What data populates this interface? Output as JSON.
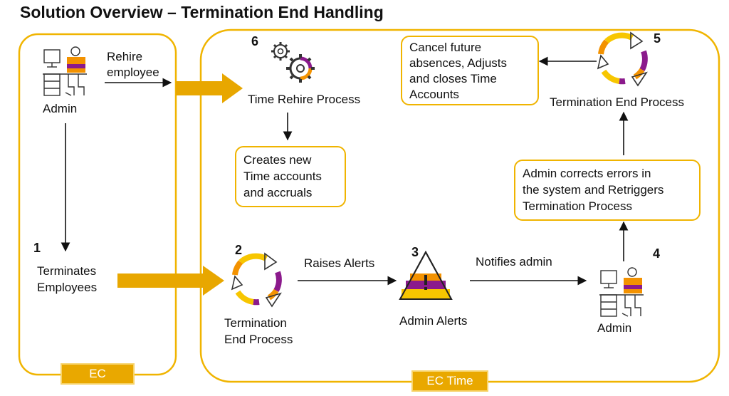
{
  "title": "Solution Overview – Termination End Handling",
  "regions": {
    "ec_label": "EC",
    "ec_time_label": "EC Time"
  },
  "nodes": {
    "admin_left": "Admin",
    "rehire_line1": "Rehire",
    "rehire_line2": "employee",
    "terminates_line1": "Terminates",
    "terminates_line2": "Employees",
    "time_rehire_process": "Time Rehire Process",
    "creates_box": [
      "Creates new",
      "Time accounts",
      "and accruals"
    ],
    "termination_end_left": [
      "Termination",
      "End Process"
    ],
    "raises_alerts": "Raises Alerts",
    "admin_alerts": "Admin Alerts",
    "notifies_admin": "Notifies admin",
    "admin_right": "Admin",
    "admin_corrects_box": [
      "Admin corrects errors in",
      "the system and Retriggers",
      "Termination Process"
    ],
    "termination_end_top": "Termination End Process",
    "cancel_box": [
      "Cancel future",
      "absences, Adjusts",
      "and closes Time",
      "Accounts"
    ]
  },
  "step_numbers": {
    "n1": "1",
    "n2": "2",
    "n3": "3",
    "n4": "4",
    "n5": "5",
    "n6": "6"
  },
  "colors": {
    "accent": "#f0b400",
    "arrow_fill": "#e8a700",
    "purple": "#8b1a8c",
    "orange": "#f39200",
    "yellow": "#f7c600"
  },
  "icons": [
    "admin-desk-icon",
    "gears-icon",
    "cycle-arrows-icon",
    "alert-triangle-icon"
  ]
}
